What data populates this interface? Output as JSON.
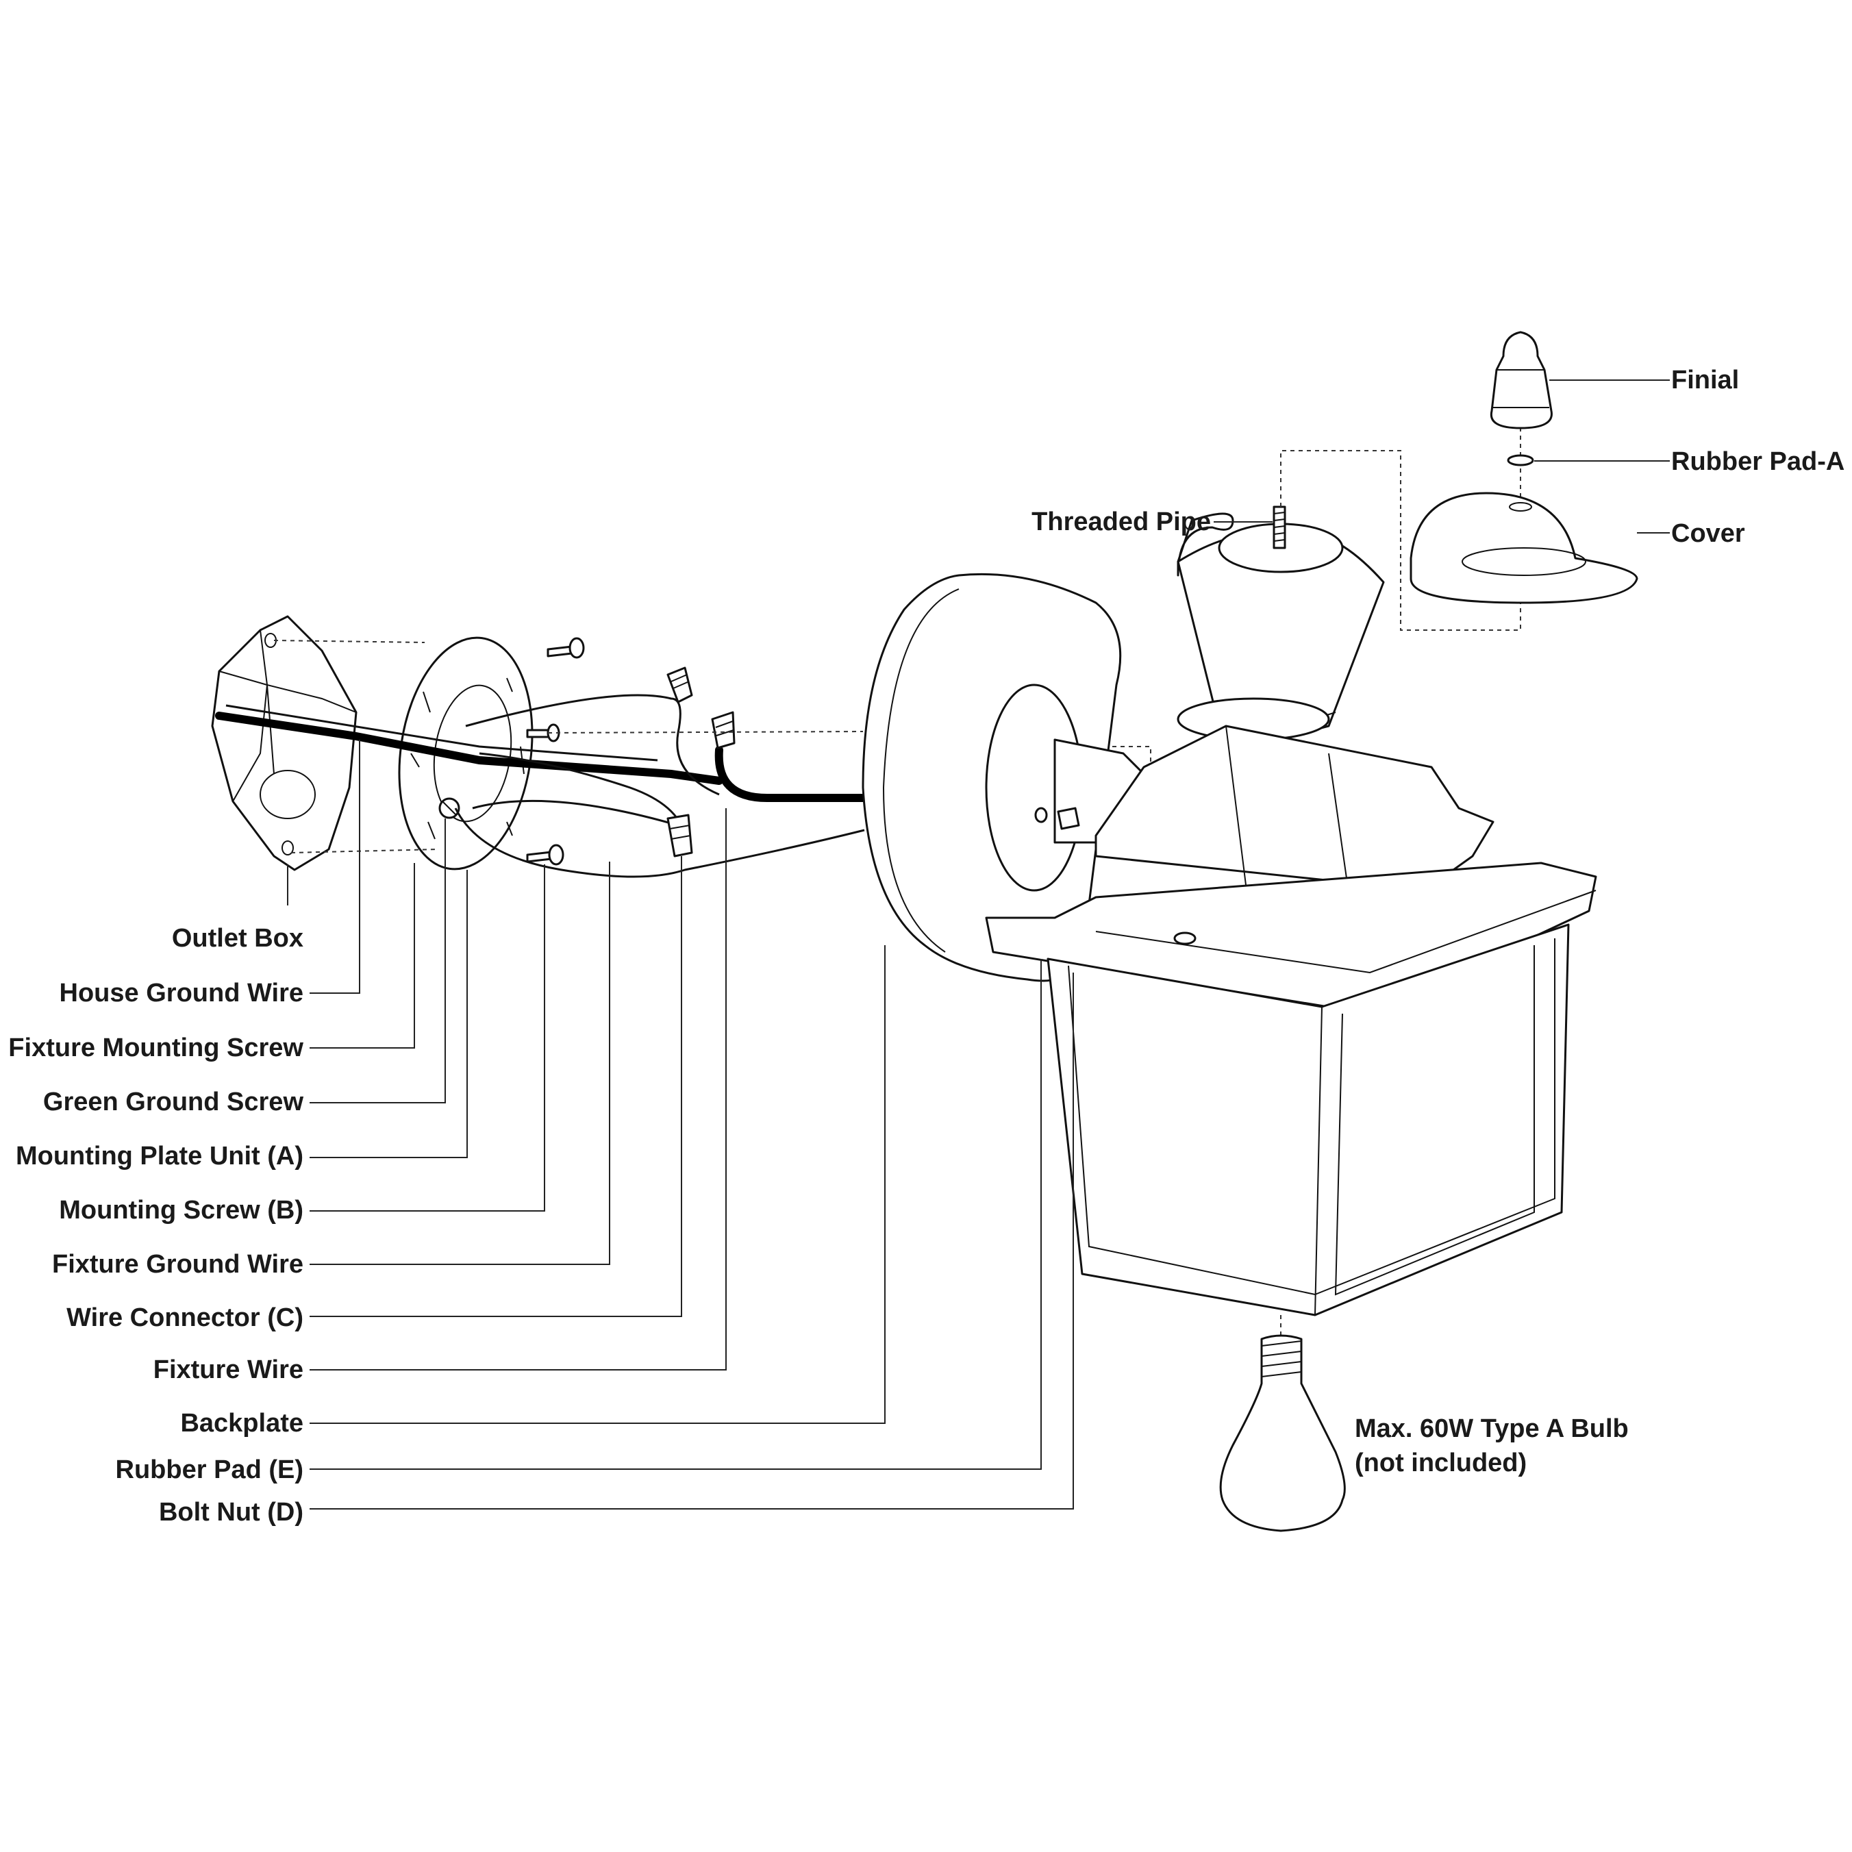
{
  "labels": {
    "outlet_box": "Outlet Box",
    "house_ground_wire": "House Ground Wire",
    "fixture_mounting_screw": "Fixture Mounting Screw",
    "green_ground_screw": "Green Ground Screw",
    "mounting_plate_unit": "Mounting Plate Unit (A)",
    "mounting_screw": "Mounting Screw (B)",
    "fixture_ground_wire": "Fixture Ground Wire",
    "wire_connector": "Wire Connector (C)",
    "fixture_wire": "Fixture Wire",
    "backplate": "Backplate",
    "rubber_pad_e": "Rubber Pad (E)",
    "bolt_nut": "Bolt Nut (D)",
    "finial": "Finial",
    "rubber_pad_a": "Rubber Pad-A",
    "cover": "Cover",
    "threaded_pipe": "Threaded Pipe",
    "bulb_line1": "Max. 60W Type A Bulb",
    "bulb_line2": "(not included)"
  }
}
